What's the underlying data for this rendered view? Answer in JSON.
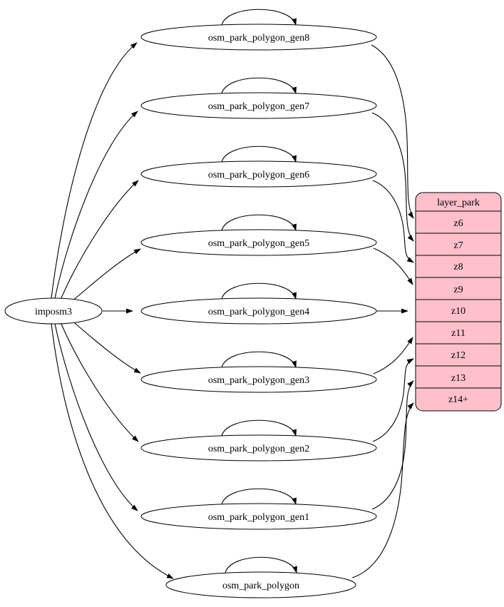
{
  "diagram": {
    "background": "#ffffff",
    "edge_color": "#000000",
    "source": {
      "label": "imposm3"
    },
    "tables": [
      {
        "label": "osm_park_polygon_gen8",
        "self_loop": true,
        "outputs": [
          "z6"
        ]
      },
      {
        "label": "osm_park_polygon_gen7",
        "self_loop": true,
        "outputs": [
          "z7"
        ]
      },
      {
        "label": "osm_park_polygon_gen6",
        "self_loop": true,
        "outputs": [
          "z8"
        ]
      },
      {
        "label": "osm_park_polygon_gen5",
        "self_loop": true,
        "outputs": [
          "z9"
        ]
      },
      {
        "label": "osm_park_polygon_gen4",
        "self_loop": true,
        "outputs": [
          "z10"
        ]
      },
      {
        "label": "osm_park_polygon_gen3",
        "self_loop": true,
        "outputs": [
          "z11"
        ]
      },
      {
        "label": "osm_park_polygon_gen2",
        "self_loop": true,
        "outputs": [
          "z12"
        ]
      },
      {
        "label": "osm_park_polygon_gen1",
        "self_loop": true,
        "outputs": [
          "z13"
        ]
      },
      {
        "label": "osm_park_polygon",
        "self_loop": true,
        "outputs": [
          "z14+"
        ]
      }
    ],
    "layer_table": {
      "title": "layer_park",
      "rows": [
        "z6",
        "z7",
        "z8",
        "z9",
        "z10",
        "z11",
        "z12",
        "z13",
        "z14+"
      ],
      "fill": "#ffc0cb",
      "stroke": "#000000"
    }
  }
}
